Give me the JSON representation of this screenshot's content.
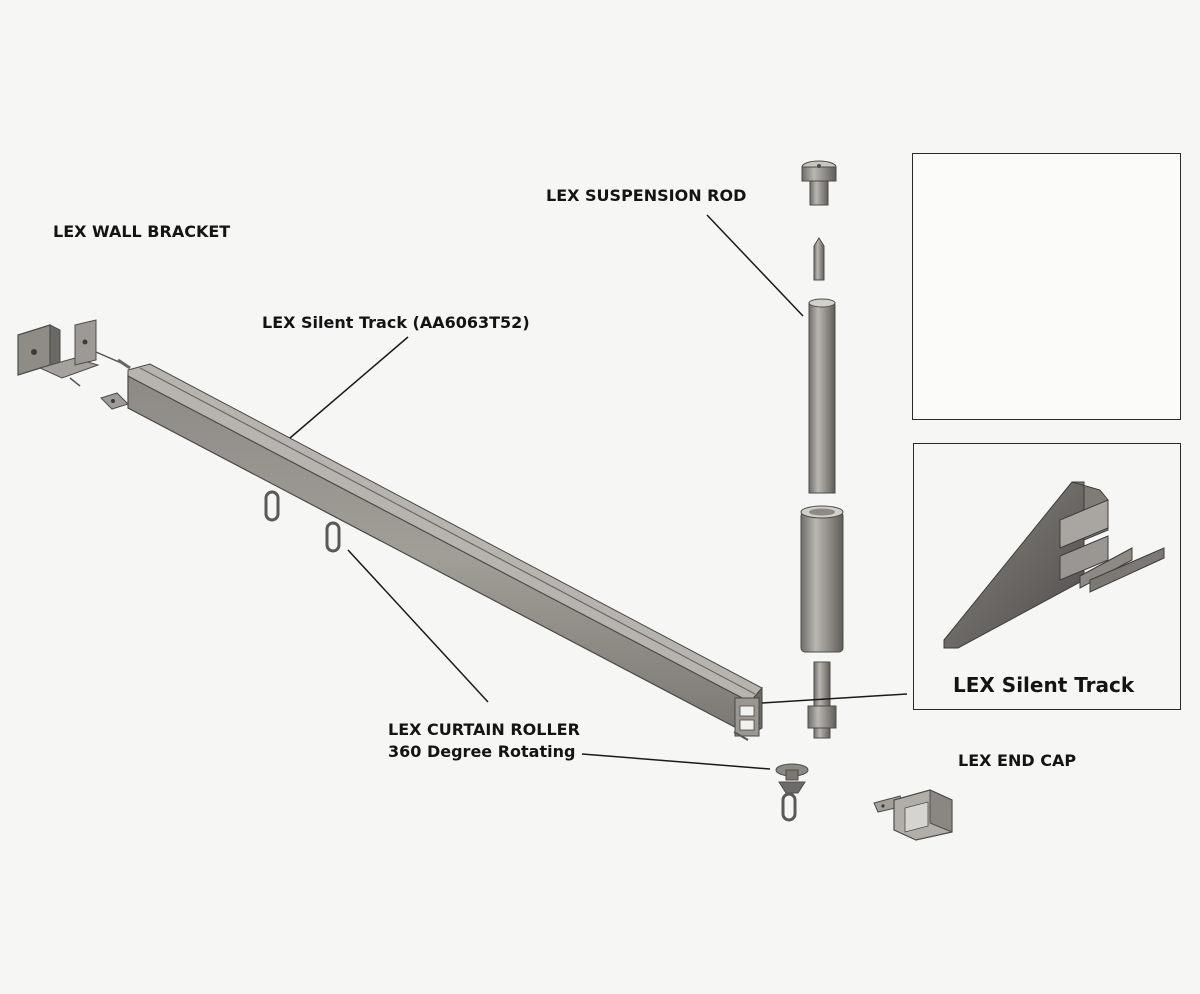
{
  "labels": {
    "wall_bracket": "LEX WALL BRACKET",
    "suspension_rod": "LEX SUSPENSION ROD",
    "silent_track_spec": "LEX Silent Track (AA6063T52)",
    "curtain_roller": "LEX CURTAIN ROLLER",
    "curtain_roller_sub": "360 Degree Rotating",
    "end_cap": "LEX END CAP",
    "silent_track_caption": "LEX Silent Track"
  },
  "colors": {
    "background": "#f6f6f5",
    "metal_light": "#b5b3ae",
    "metal_mid": "#8f8c87",
    "metal_dark": "#5e5c58",
    "line": "#1a1a1a",
    "text": "#141414"
  }
}
